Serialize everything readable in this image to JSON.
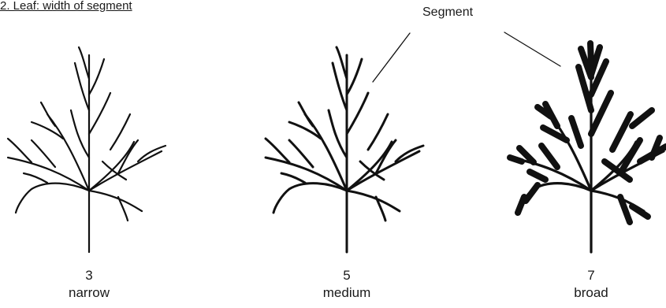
{
  "title": "2. Leaf: width of segment",
  "callout_label": "Segment",
  "states": [
    {
      "note": "3",
      "label": "narrow"
    },
    {
      "note": "5",
      "label": "medium"
    },
    {
      "note": "7",
      "label": "broad"
    }
  ]
}
